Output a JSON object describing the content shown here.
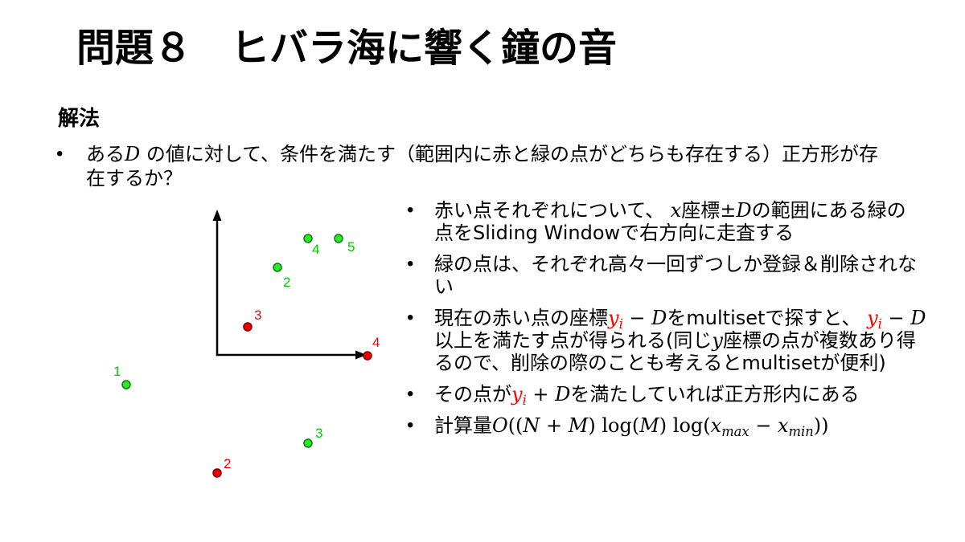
{
  "colors": {
    "red_text": "#ff0000",
    "red_point": "#ee0000",
    "red_point_outline": "#7f0000",
    "green_point": "#22ee22",
    "green_point_outline": "#1b6e1b",
    "green_label": "#00cc00",
    "axis": "#000000"
  },
  "slide": {
    "title": "問題８　ヒバラ海に響く鐘の音",
    "section_heading": "解法",
    "bullet_marker": "•"
  },
  "main_bullet": {
    "parts": [
      "ある",
      "D",
      " の値に対して、条件を満たす（範囲内に赤と緑の点がどちらも存在する）正方形が存",
      "在するか？"
    ]
  },
  "diagram": {
    "green_point_labels": [
      "1",
      "2",
      "3",
      "4",
      "5"
    ],
    "red_point_labels": [
      "2",
      "3",
      "4"
    ]
  },
  "right_bullets": [
    {
      "parts": [
        "赤い点それぞれについて、 ",
        "x",
        "座標",
        "±",
        "D",
        "の範囲にある緑の",
        "点をSliding Windowで右方向に走査する"
      ]
    },
    {
      "parts": [
        "緑の点は、それぞれ高々一回ずつしか登録＆削除されな",
        "い"
      ]
    },
    {
      "parts": [
        "現在の赤い点の座標",
        "y",
        "i",
        " − ",
        "D",
        "をmultisetで探すと、 ",
        "y",
        "i",
        " − ",
        "D",
        "以上を満たす点が得られる(同じ",
        "y",
        "座標の点が複数あり得",
        "るので、削除の際のことも考えるとmultisetが便利)"
      ]
    },
    {
      "parts": [
        "その点が",
        "y",
        "i",
        " + ",
        "D",
        "を満たしていれば正方形内にある"
      ]
    },
    {
      "parts": [
        "計算量",
        "O",
        "((",
        "N",
        " + ",
        "M",
        ") log(",
        "M",
        ") log(",
        "x",
        "max",
        " − ",
        "x",
        "min",
        "))"
      ]
    }
  ]
}
